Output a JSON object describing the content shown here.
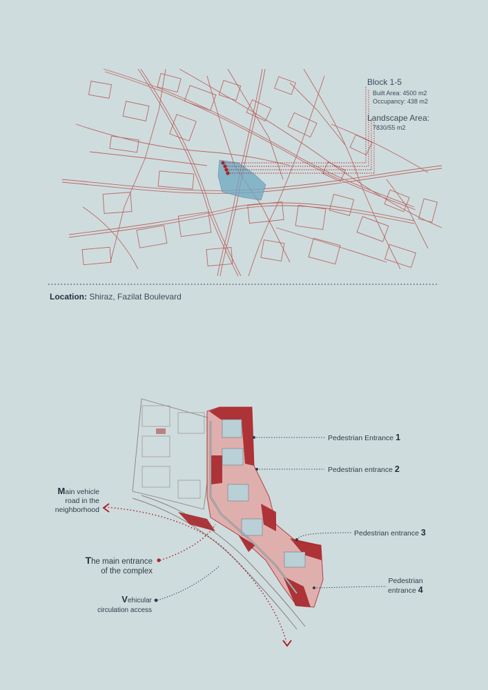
{
  "block_info": {
    "title": "Block 1-5",
    "built_area": "Built Area: 4500 m2",
    "occupancy": "Occupancy: 438 m2",
    "landscape_title": "Landscape Area:",
    "landscape_value": "7830/55 m2"
  },
  "location": {
    "label": "Location:",
    "value": "Shiraz, Fazilat Boulevard"
  },
  "site_labels": {
    "main_road_cap": "M",
    "main_road_rest1": "ain vehicle",
    "main_road_line2": "road in the",
    "main_road_line3": "neighborhood",
    "main_entrance_cap": "T",
    "main_entrance_rest1": "he main entrance",
    "main_entrance_line2": "of the complex",
    "vehicular_cap": "V",
    "vehicular_rest1": "ehicular",
    "vehicular_line2": "circulation access",
    "ped1_text": "Pedestrian Entrance ",
    "ped1_num": "1",
    "ped2_text": "Pedestrian entrance ",
    "ped2_num": "2",
    "ped3_text": "Pedestrian entrance ",
    "ped3_num": "3",
    "ped4_line1": "Pedestrian",
    "ped4_text": "entrance ",
    "ped4_num": "4"
  },
  "colors": {
    "background": "#cfdcdd",
    "street_lines": "#b5524f",
    "accent_red": "#a8262b",
    "site_blue": "#6fa8c2",
    "text": "#2d3d4a"
  }
}
